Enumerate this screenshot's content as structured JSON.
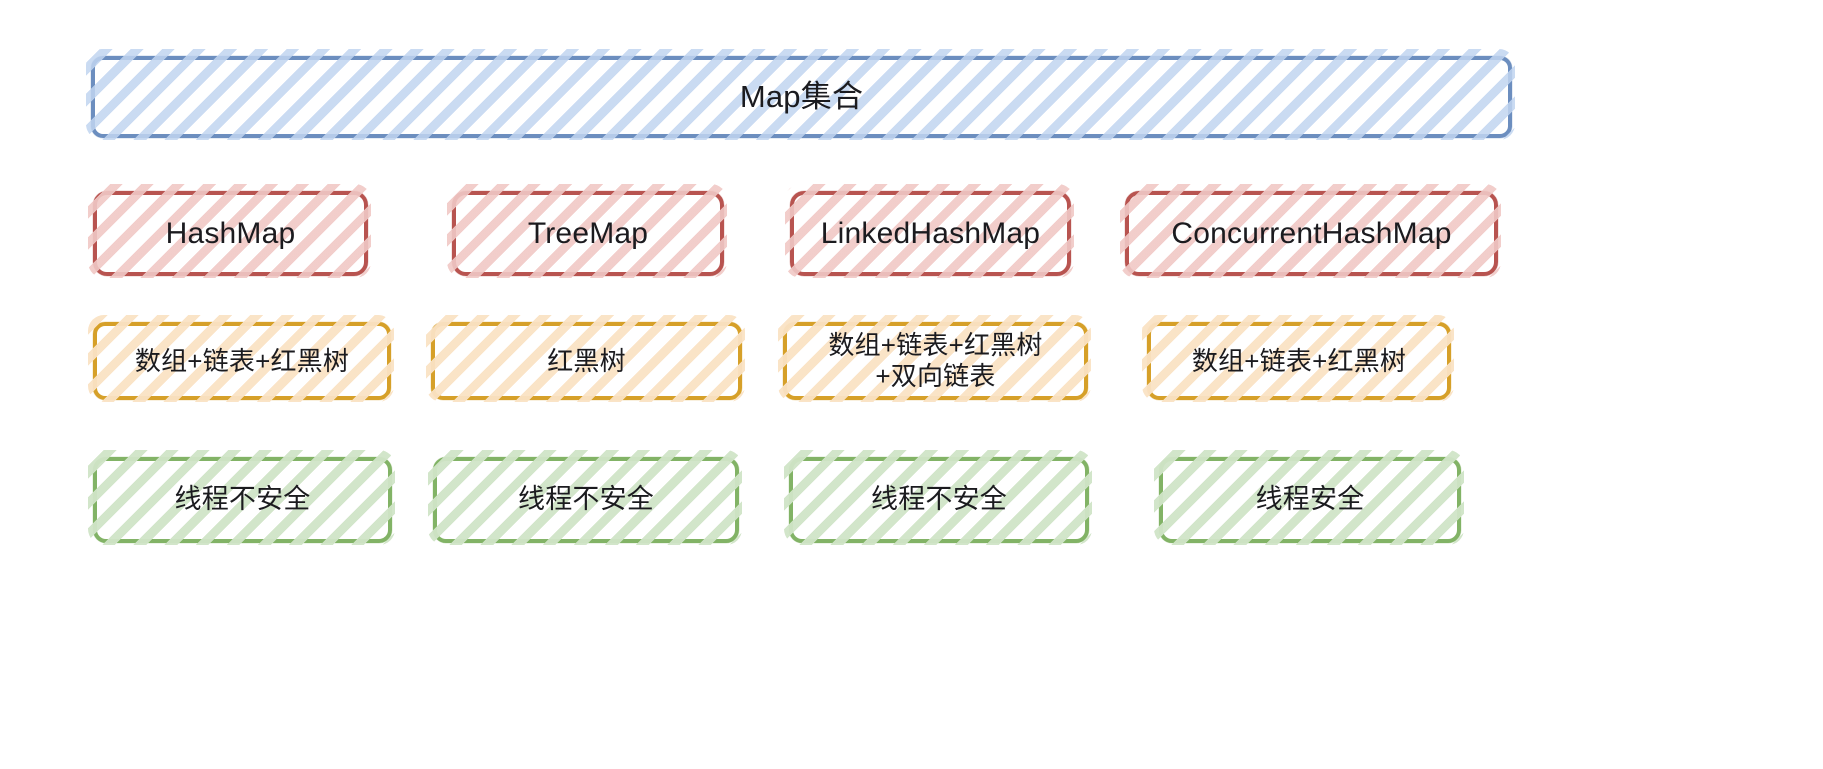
{
  "diagram": {
    "title_box": {
      "label": "Map集合",
      "color": "#6c8ebf",
      "fill": "#c1d5f0"
    },
    "colors": {
      "blue_stroke": "#6c8ebf",
      "blue_fill": "#c1d5f0",
      "red_stroke": "#b85450",
      "red_fill": "#f0c8c5",
      "orange_stroke": "#d6a029",
      "orange_fill": "#fae2c4",
      "green_stroke": "#82b366",
      "green_fill": "#d0e4c7",
      "text": "#1b1b1f",
      "background": "#ffffff"
    },
    "columns": [
      {
        "name": "HashMap",
        "structure": "数组+链表+红黑树",
        "thread_safety": "线程不安全"
      },
      {
        "name": "TreeMap",
        "structure": "红黑树",
        "thread_safety": "线程不安全"
      },
      {
        "name": "LinkedHashMap",
        "structure": "数组+链表+红黑树\n+双向链表",
        "thread_safety": "线程不安全"
      },
      {
        "name": "ConcurrentHashMap",
        "structure": "数组+链表+红黑树",
        "thread_safety": "线程安全"
      }
    ]
  }
}
